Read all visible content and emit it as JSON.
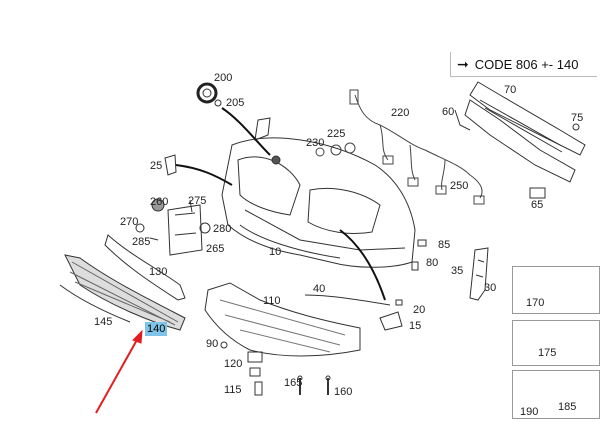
{
  "code_note": {
    "arrow_icon": "right-arrow-icon",
    "text": "CODE 806 +- 140"
  },
  "labels": {
    "p10": "10",
    "p15": "15",
    "p20": "20",
    "p25": "25",
    "p30": "30",
    "p35": "35",
    "p40": "40",
    "p60": "60",
    "p65": "65",
    "p70": "70",
    "p75": "75",
    "p80": "80",
    "p85": "85",
    "p90": "90",
    "p110": "110",
    "p115": "115",
    "p120": "120",
    "p130": "130",
    "p140": "140",
    "p145": "145",
    "p160": "160",
    "p165": "165",
    "p170": "170",
    "p175": "175",
    "p185": "185",
    "p190": "190",
    "p200": "200",
    "p205": "205",
    "p220": "220",
    "p225": "225",
    "p230": "230",
    "p250": "250",
    "p260": "260",
    "p265": "265",
    "p270": "270",
    "p275": "275",
    "p280": "280",
    "p285": "285"
  },
  "highlight": {
    "part": "140",
    "color": "#7ec3e8",
    "pointer_color": "#e02020"
  }
}
